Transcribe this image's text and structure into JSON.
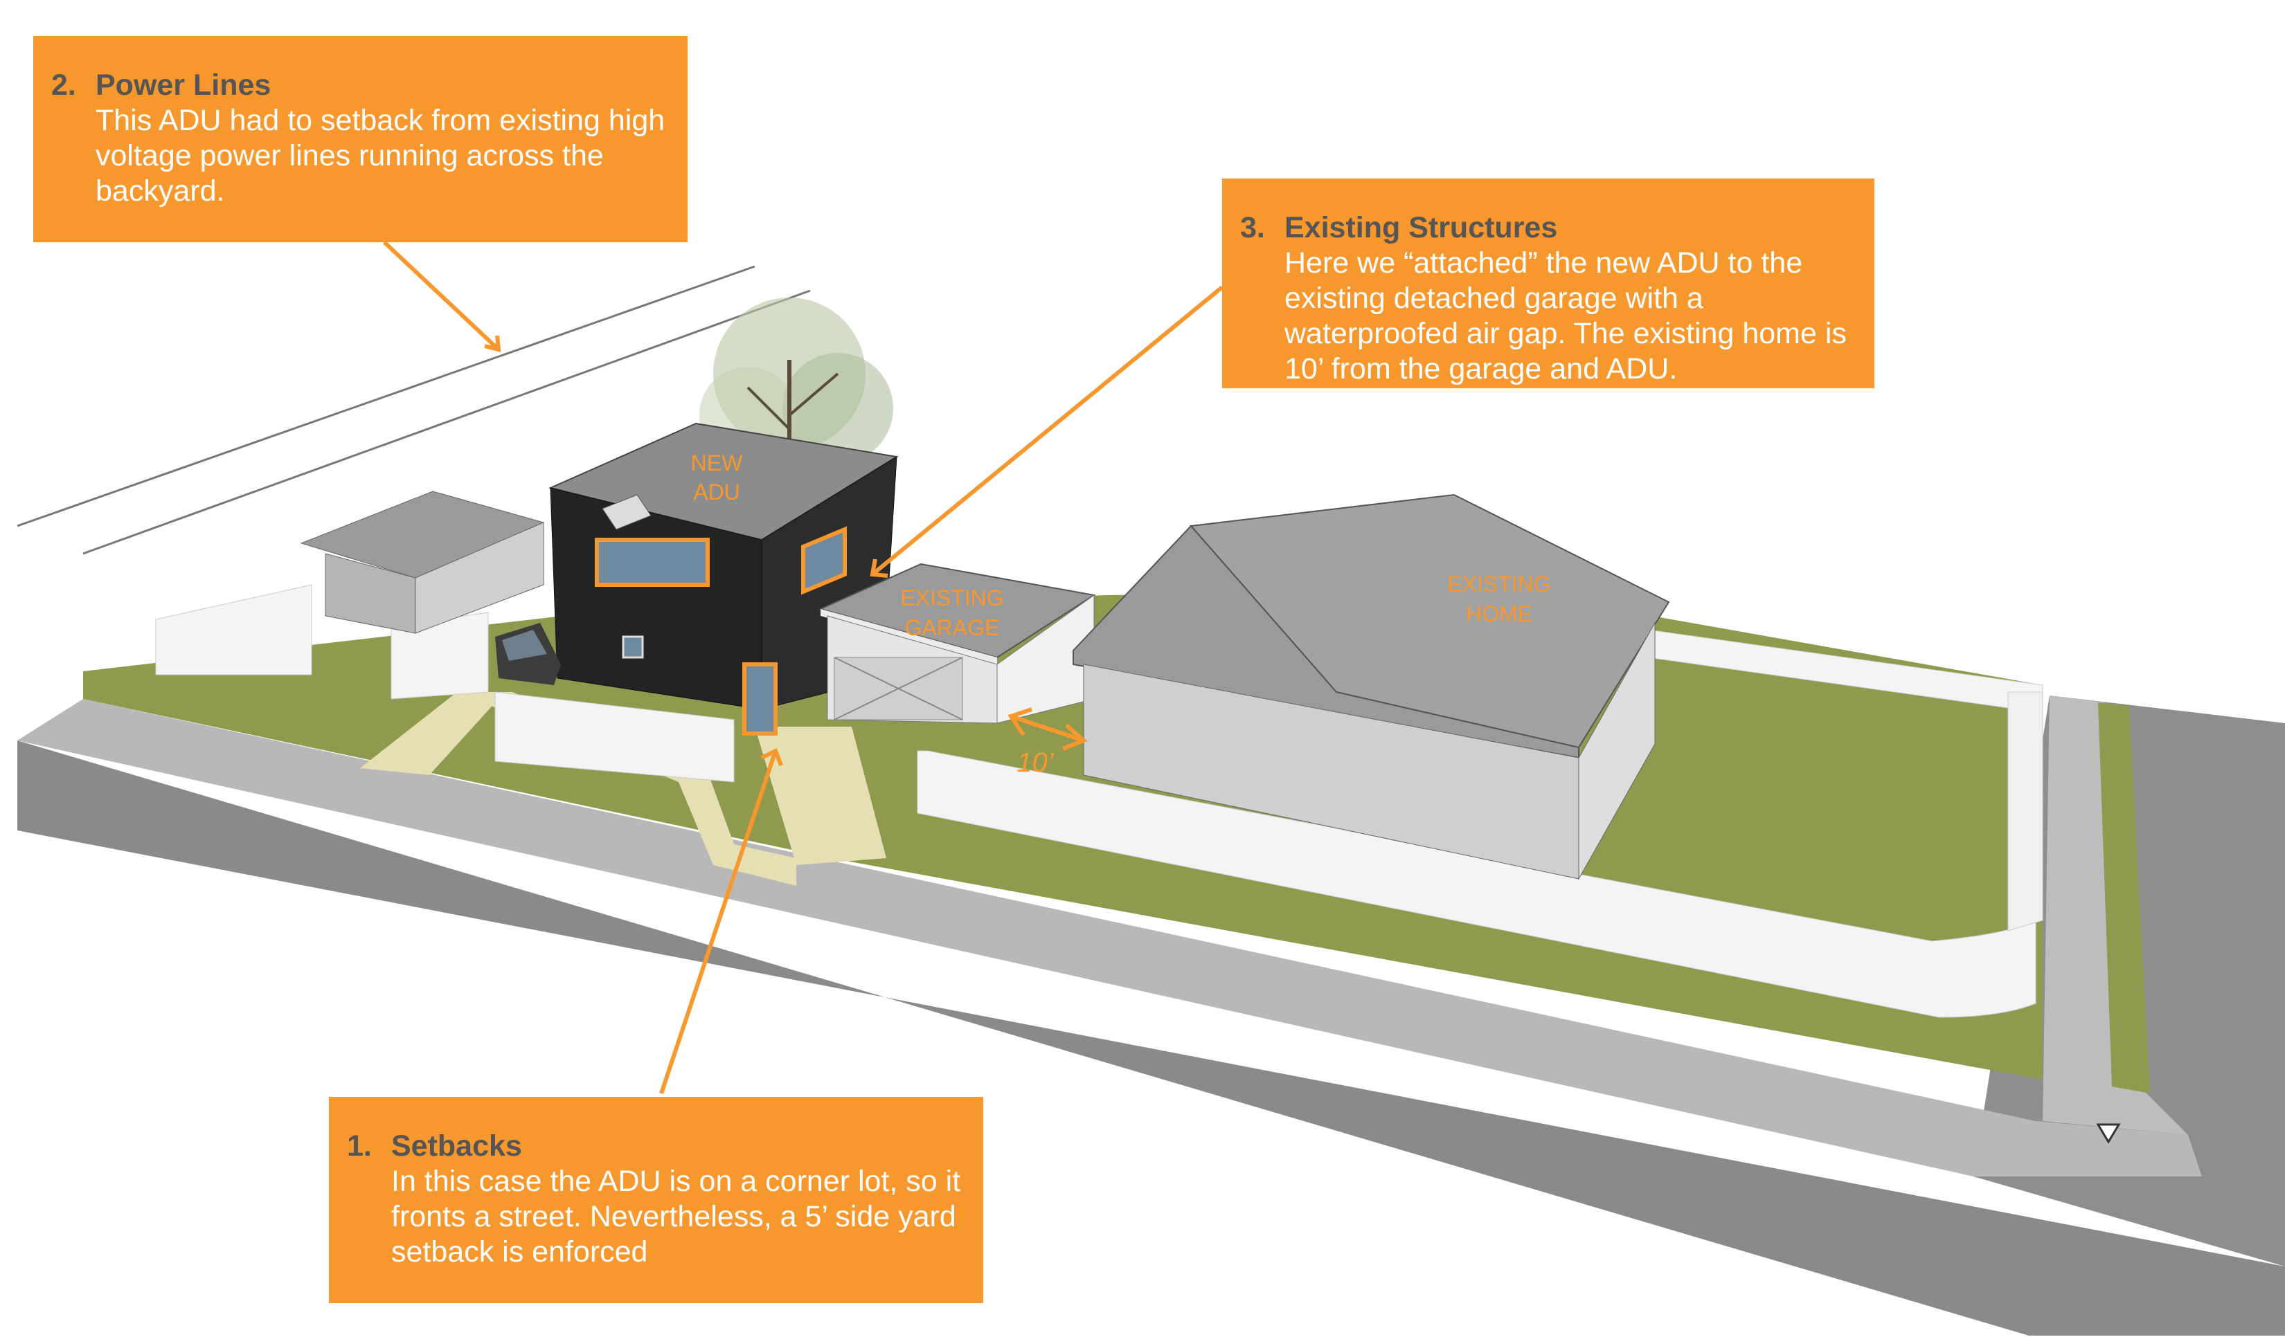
{
  "colors": {
    "accent": "#f7982f",
    "callout_heading": "#555555",
    "lawn": "#8f9a4e",
    "street": "#8a8a8a",
    "wall": "#f4f4f4",
    "adu_siding": "#232323"
  },
  "callouts": [
    {
      "num": "2.",
      "title": "Power Lines",
      "body": "This ADU had to setback from existing high voltage power lines running across the backyard."
    },
    {
      "num": "3.",
      "title": "Existing Structures",
      "body": "Here we “attached” the new ADU to the existing detached garage with a waterproofed air gap. The existing home is 10’ from the garage and ADU."
    },
    {
      "num": "1.",
      "title": "Setbacks",
      "body": "In this case the ADU is on a corner lot, so it fronts a street. Nevertheless, a 5’ side yard setback is enforced"
    }
  ],
  "labels": {
    "new_adu": [
      "NEW",
      "ADU"
    ],
    "existing_garage": [
      "EXISTING",
      "GARAGE"
    ],
    "existing_home": [
      "EXISTING",
      "HOME"
    ],
    "dimension": "10’"
  }
}
